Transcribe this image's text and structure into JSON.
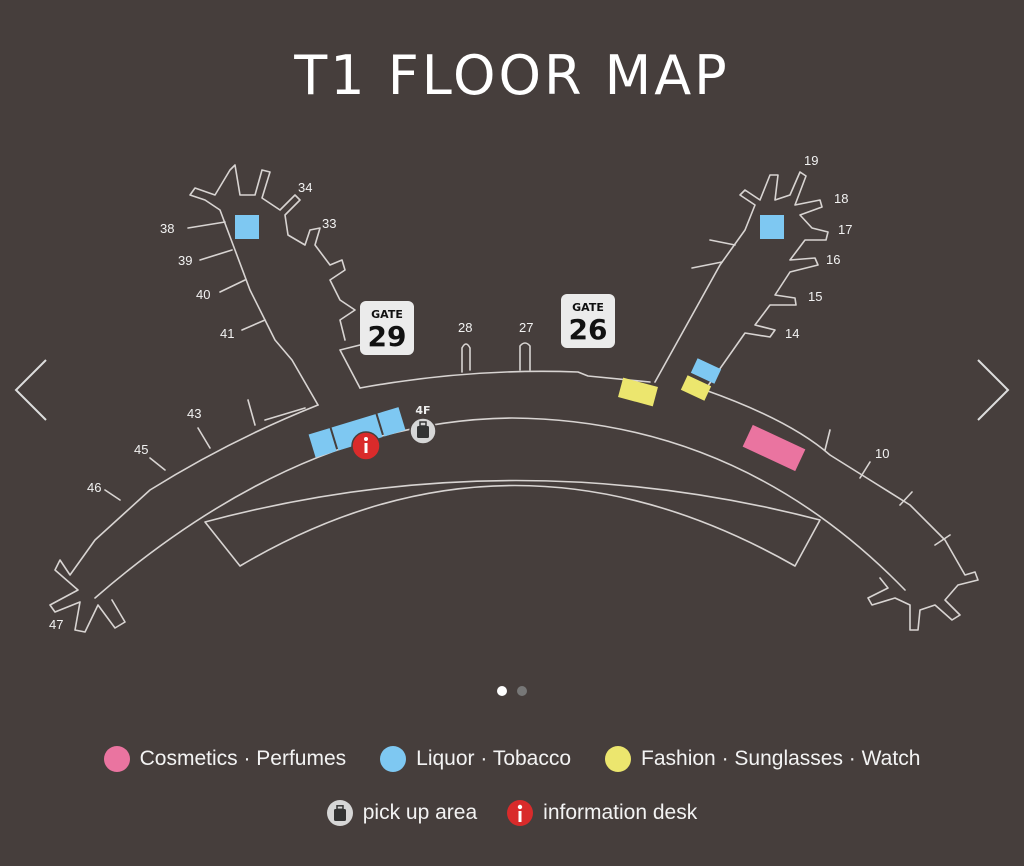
{
  "title": "T1 FLOOR MAP",
  "gate_signs": [
    {
      "word": "GATE",
      "number": "29"
    },
    {
      "word": "GATE",
      "number": "26"
    }
  ],
  "gates": [
    "34",
    "33",
    "38",
    "39",
    "40",
    "41",
    "28",
    "27",
    "19",
    "18",
    "17",
    "16",
    "15",
    "14",
    "10",
    "43",
    "45",
    "46",
    "47"
  ],
  "floor_label": "4F",
  "pagination": {
    "count": 2,
    "active": 1
  },
  "legend": {
    "cosmetics": {
      "label": "Cosmetics · Perfumes",
      "color": "#ea74a0"
    },
    "liquor": {
      "label": "Liquor · Tobacco",
      "color": "#7ec8f2"
    },
    "fashion": {
      "label": "Fashion · Sunglasses · Watch",
      "color": "#ece66e"
    },
    "pickup": {
      "label": "pick up area",
      "icon": "luggage-icon"
    },
    "info": {
      "label": "information desk",
      "icon": "info-icon",
      "color": "#d92b2b"
    }
  }
}
